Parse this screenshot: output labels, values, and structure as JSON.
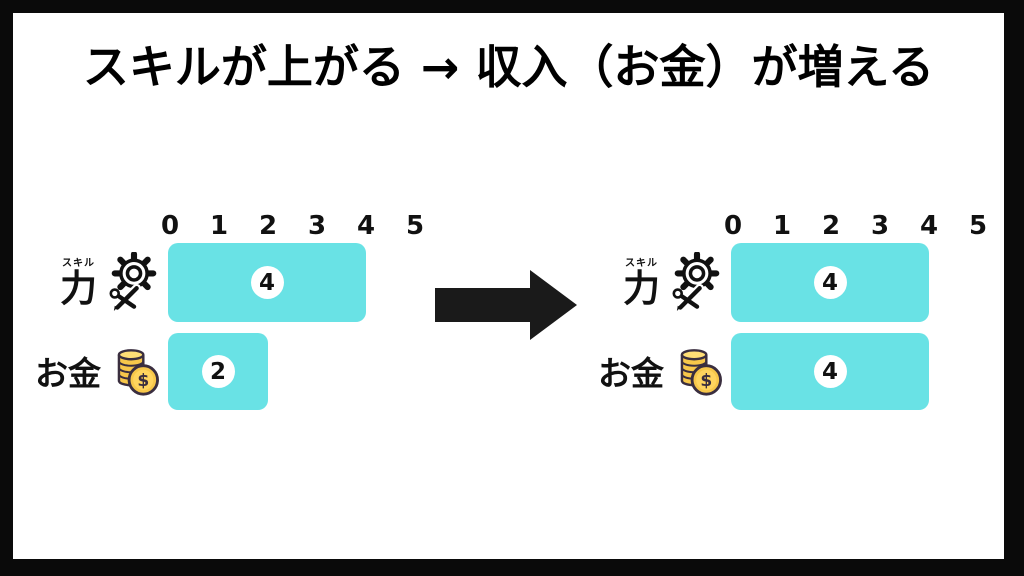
{
  "title": "スキルが上がる → 収入（お金）が増える",
  "axis": {
    "ticks": [
      "0",
      "1",
      "2",
      "3",
      "4",
      "5"
    ]
  },
  "charts": [
    {
      "name": "before",
      "rows": [
        {
          "label": "力",
          "furigana": "スキル",
          "icon": "gear-tools-icon",
          "value": "4"
        },
        {
          "label": "お金",
          "icon": "coins-icon",
          "value": "2"
        }
      ]
    },
    {
      "name": "after",
      "rows": [
        {
          "label": "力",
          "furigana": "スキル",
          "icon": "gear-tools-icon",
          "value": "4"
        },
        {
          "label": "お金",
          "icon": "coins-icon",
          "value": "4"
        }
      ]
    }
  ],
  "icons": {
    "arrow": "right-arrow-icon",
    "coin_symbol": "$"
  },
  "colors": {
    "bar": "#69E2E5",
    "frame": "#000000",
    "background": "#FFFFFF",
    "value_badge": "#FFFFFF",
    "text": "#111111",
    "coin_gold": "#F7C74A",
    "coin_top": "#FFDE76",
    "coin_outline": "#3A2E3F"
  },
  "chart_data": [
    {
      "type": "bar",
      "orientation": "horizontal",
      "annotation": "before (left chart)",
      "categories": [
        "力（スキル）",
        "お金"
      ],
      "values": [
        4,
        2
      ],
      "xlim": [
        0,
        5
      ],
      "xticks": [
        0,
        1,
        2,
        3,
        4,
        5
      ],
      "title": "",
      "xlabel": "",
      "ylabel": ""
    },
    {
      "type": "bar",
      "orientation": "horizontal",
      "annotation": "after (right chart)",
      "categories": [
        "力（スキル）",
        "お金"
      ],
      "values": [
        4,
        4
      ],
      "xlim": [
        0,
        5
      ],
      "xticks": [
        0,
        1,
        2,
        3,
        4,
        5
      ],
      "title": "",
      "xlabel": "",
      "ylabel": ""
    }
  ]
}
